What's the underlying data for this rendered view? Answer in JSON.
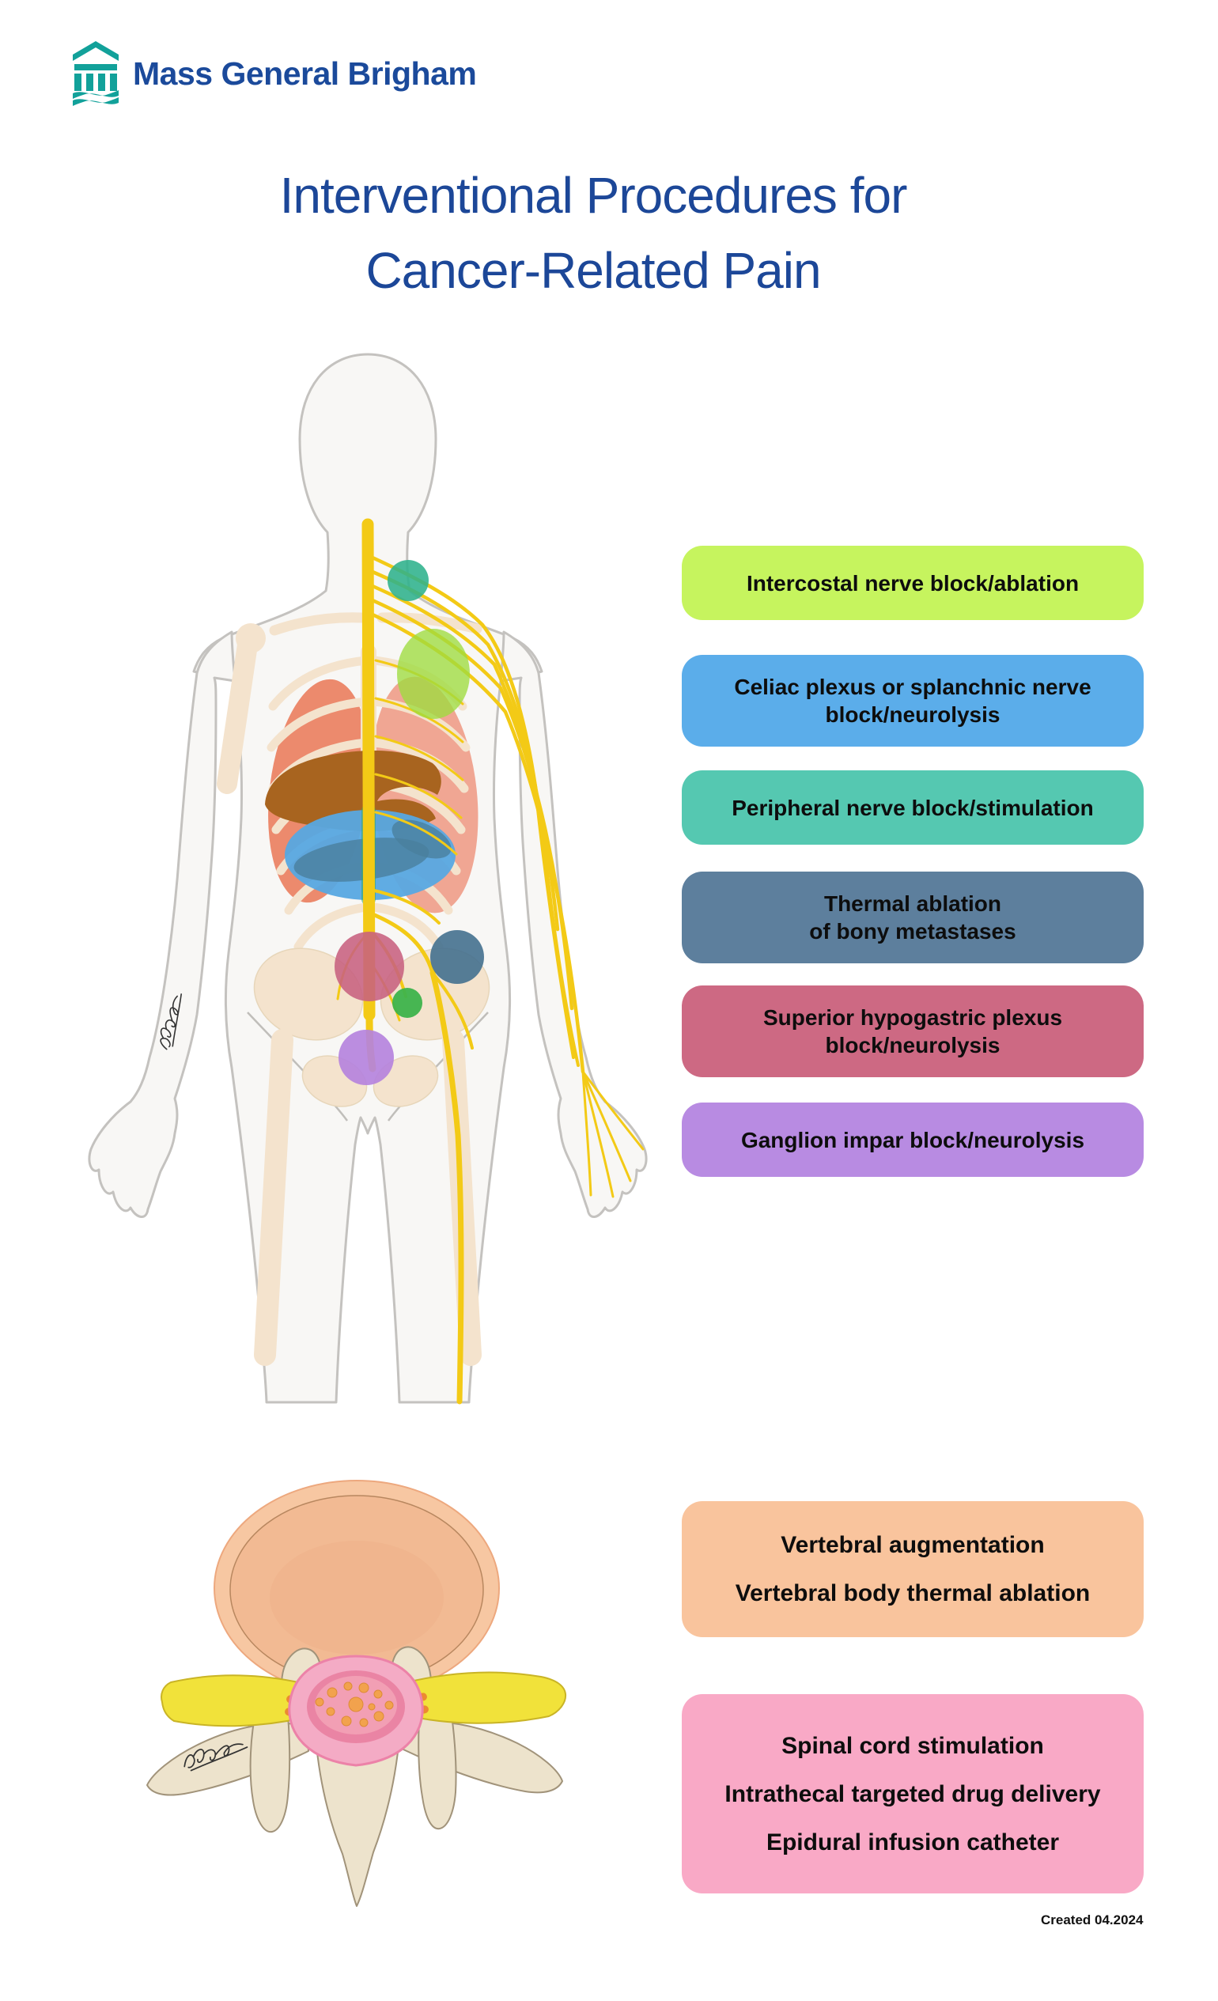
{
  "logo": {
    "text": "Mass General Brigham",
    "icon": "temple-columns-icon",
    "icon_color": "#12a19a",
    "text_color": "#1b4a9b"
  },
  "title": {
    "line1": "Interventional Procedures for",
    "line2": "Cancer-Related Pain",
    "color": "#1c4798"
  },
  "procedure_labels": [
    {
      "lines": [
        "Intercostal nerve block/ablation"
      ],
      "color": "#c6f45e"
    },
    {
      "lines": [
        "Celiac plexus or splanchnic nerve",
        "block/neurolysis"
      ],
      "color": "#5badea"
    },
    {
      "lines": [
        "Peripheral nerve block/stimulation"
      ],
      "color": "#55c8b1"
    },
    {
      "lines": [
        "Thermal ablation",
        "of bony metastases"
      ],
      "color": "#5d7f9d"
    },
    {
      "lines": [
        "Superior hypogastric plexus",
        "block/neurolysis"
      ],
      "color": "#cd6983"
    },
    {
      "lines": [
        "Ganglion impar block/neurolysis"
      ],
      "color": "#b88be2"
    }
  ],
  "spine_labels": [
    {
      "lines": [
        "Vertebral augmentation",
        "Vertebral body thermal ablation"
      ],
      "color": "#f9c49d"
    },
    {
      "lines": [
        "Spinal cord stimulation",
        "Intrathecal targeted drug delivery",
        "Epidural infusion catheter"
      ],
      "color": "#f9a9c6"
    }
  ],
  "figure": {
    "body_markers": [
      {
        "name": "brachial-plexus-site",
        "color": "#2db28c"
      },
      {
        "name": "intercostal-lung-site",
        "color": "#9edc3f"
      },
      {
        "name": "celiac-plexus-region",
        "color": "#57a8e1"
      },
      {
        "name": "superior-hypogastric-site",
        "color": "#c7617f"
      },
      {
        "name": "bony-metastasis-hip-site",
        "color": "#44708f"
      },
      {
        "name": "pelvic-nerve-site",
        "color": "#3db34b"
      },
      {
        "name": "ganglion-impar-site",
        "color": "#b583dd"
      }
    ],
    "nerve_color": "#f3ca16",
    "bone_color": "#f4e3cd",
    "lung_colors": [
      "#ec8a6d",
      "#f0a693"
    ],
    "liver_color": "#a8641f"
  },
  "footer": {
    "created": "Created 04.2024"
  }
}
